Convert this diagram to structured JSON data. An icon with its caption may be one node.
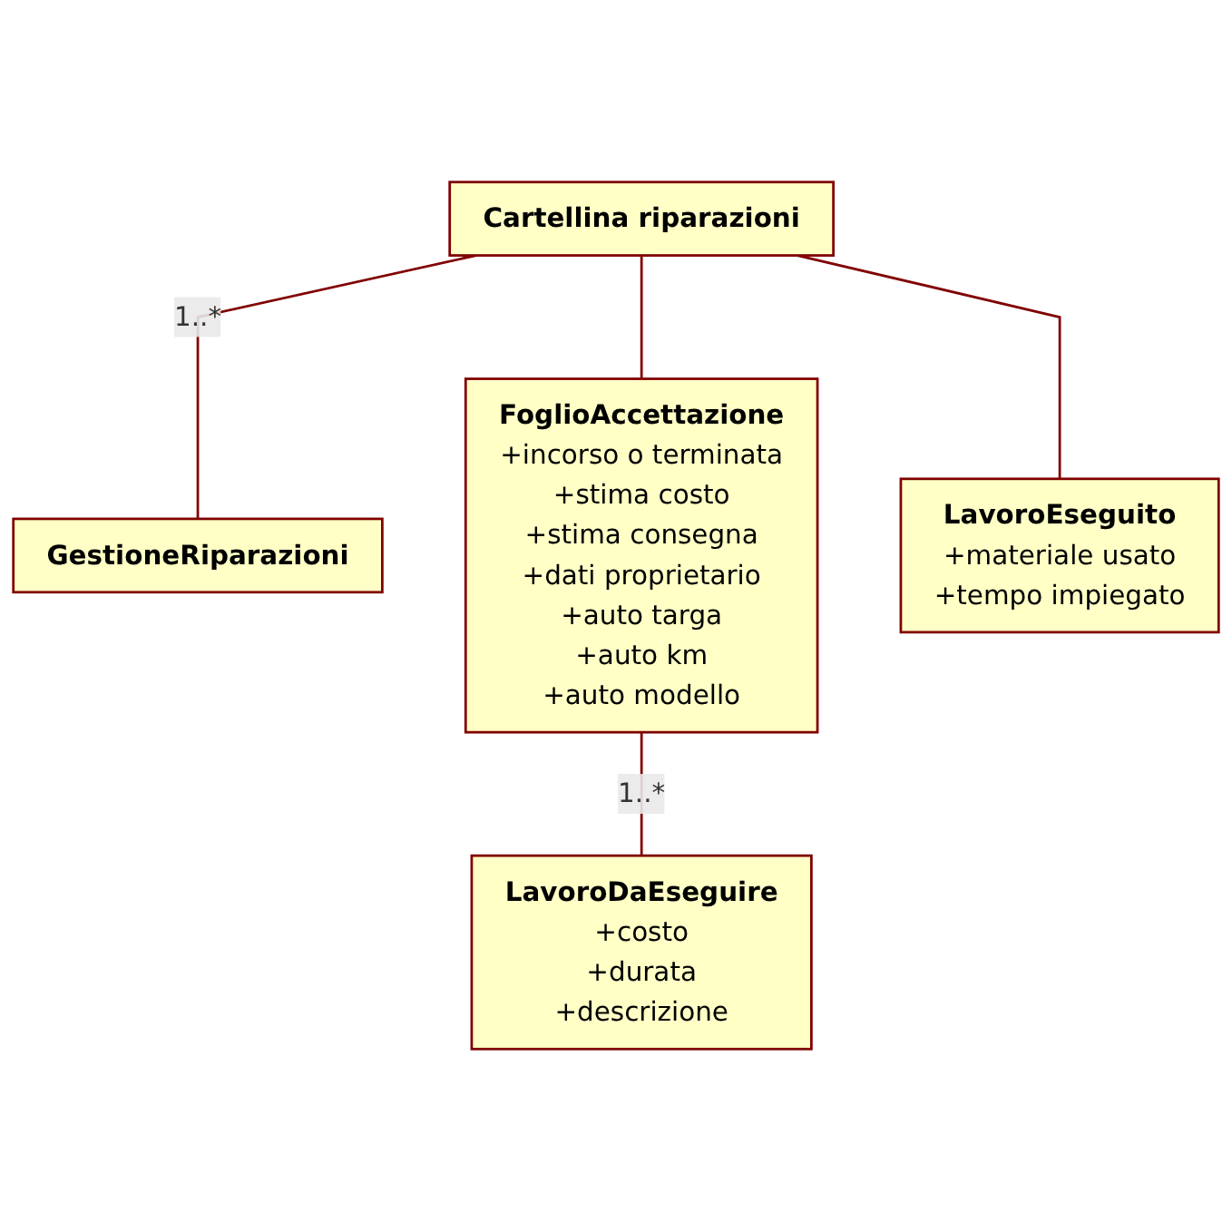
{
  "diagram": {
    "nodes": [
      {
        "text": [
          "Cartellina riparazioni"
        ]
      },
      {
        "text": [
          "GestioneRiparazioni"
        ]
      },
      {
        "text": [
          "FoglioAccettazione",
          "+incorso o terminata",
          "+stima costo",
          "+stima consegna",
          "+dati proprietario",
          "+auto targa",
          "+auto km",
          "+auto modello"
        ]
      },
      {
        "text": [
          "LavoroDaEseguire",
          "+costo",
          "+durata",
          "+descrizione"
        ]
      },
      {
        "text": [
          "LavoroEseguito",
          "+materiale usato",
          "+tempo impiegato"
        ]
      }
    ],
    "edges": [
      {
        "from": 0,
        "to": 1,
        "arrow": "none",
        "label": "1..*"
      },
      {
        "from": 0,
        "to": 2,
        "arrow": "none"
      },
      {
        "from": 0,
        "to": 4,
        "arrow": "none"
      },
      {
        "from": 2,
        "to": 3,
        "arrow": "none",
        "label": "1..*"
      }
    ]
  }
}
